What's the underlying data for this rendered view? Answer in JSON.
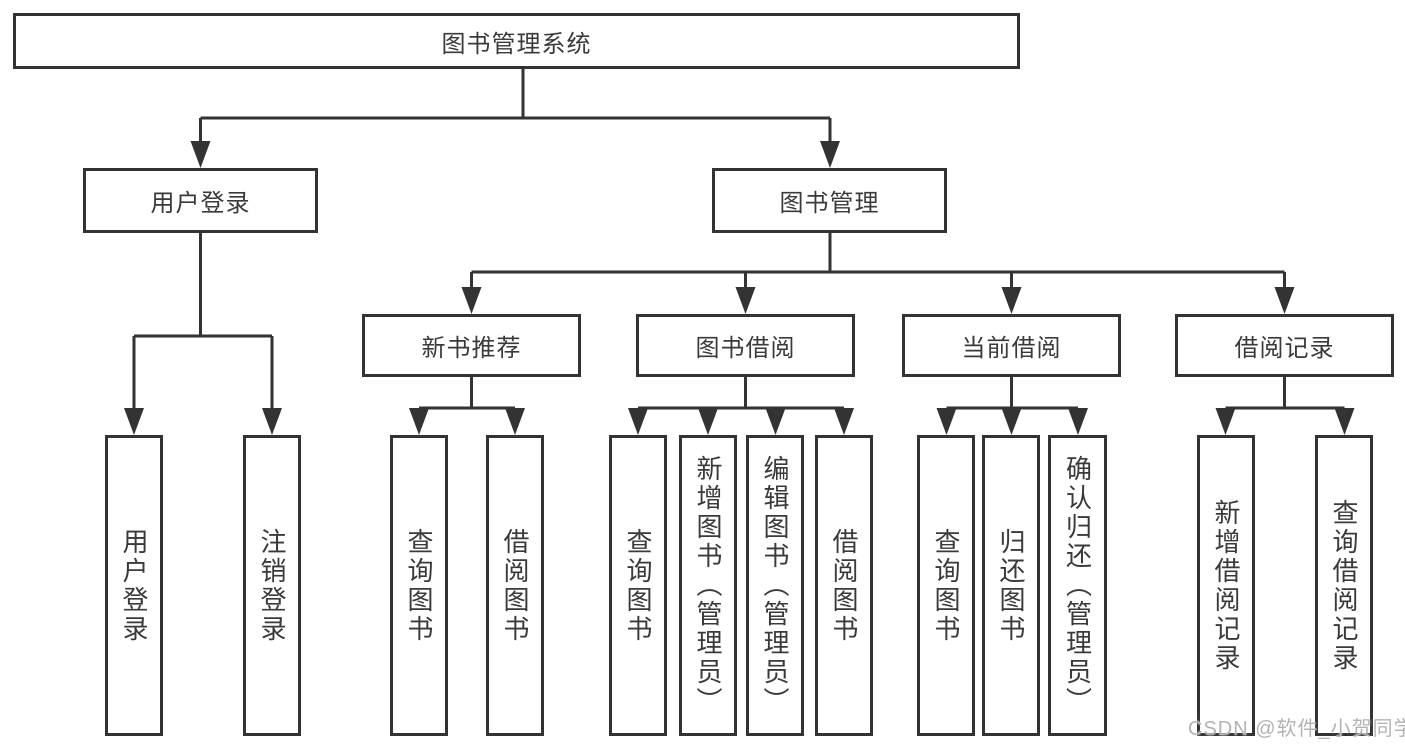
{
  "tree": {
    "label": "图书管理系统",
    "children": [
      {
        "label": "用户登录",
        "children": [
          {
            "label": "用户登录"
          },
          {
            "label": "注销登录"
          }
        ]
      },
      {
        "label": "图书管理",
        "children": [
          {
            "label": "新书推荐",
            "children": [
              {
                "label": "查询图书"
              },
              {
                "label": "借阅图书"
              }
            ]
          },
          {
            "label": "图书借阅",
            "children": [
              {
                "label": "查询图书"
              },
              {
                "label": "新增图书（管理员）"
              },
              {
                "label": "编辑图书（管理员）"
              },
              {
                "label": "借阅图书"
              }
            ]
          },
          {
            "label": "当前借阅",
            "children": [
              {
                "label": "查询图书"
              },
              {
                "label": "归还图书"
              },
              {
                "label": "确认归还（管理员）"
              }
            ]
          },
          {
            "label": "借阅记录",
            "children": [
              {
                "label": "新增借阅记录"
              },
              {
                "label": "查询借阅记录"
              }
            ]
          }
        ]
      }
    ]
  },
  "watermark": {
    "text": "CSDN @软件_小贺同学"
  },
  "colors": {
    "line": "#333333",
    "text": "#3a3a3a",
    "watermark": "#b3b3b3",
    "background": "#ffffff"
  }
}
